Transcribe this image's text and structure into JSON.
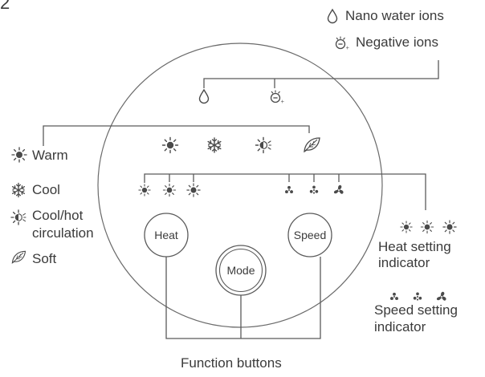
{
  "page_number": "2",
  "legend_top": {
    "nano_water_ions": "Nano water ions",
    "negative_ions": "Negative ions"
  },
  "modes": {
    "warm": "Warm",
    "cool": "Cool",
    "circulation_line1": "Cool/hot",
    "circulation_line2": "circulation",
    "soft": "Soft"
  },
  "buttons": {
    "heat": "Heat",
    "mode": "Mode",
    "speed": "Speed"
  },
  "indicators": {
    "heat_line1": "Heat setting",
    "heat_line2": "indicator",
    "speed_line1": "Speed setting",
    "speed_line2": "indicator"
  },
  "function_buttons": "Function buttons",
  "colors": {
    "line": "#5a5a5a",
    "text": "#3b3b3b",
    "background": "#ffffff"
  },
  "icons": [
    "water-drop-icon",
    "negative-ion-icon",
    "sun-icon",
    "snowflake-icon",
    "half-sun-icon",
    "leaf-icon",
    "fan-icon"
  ]
}
